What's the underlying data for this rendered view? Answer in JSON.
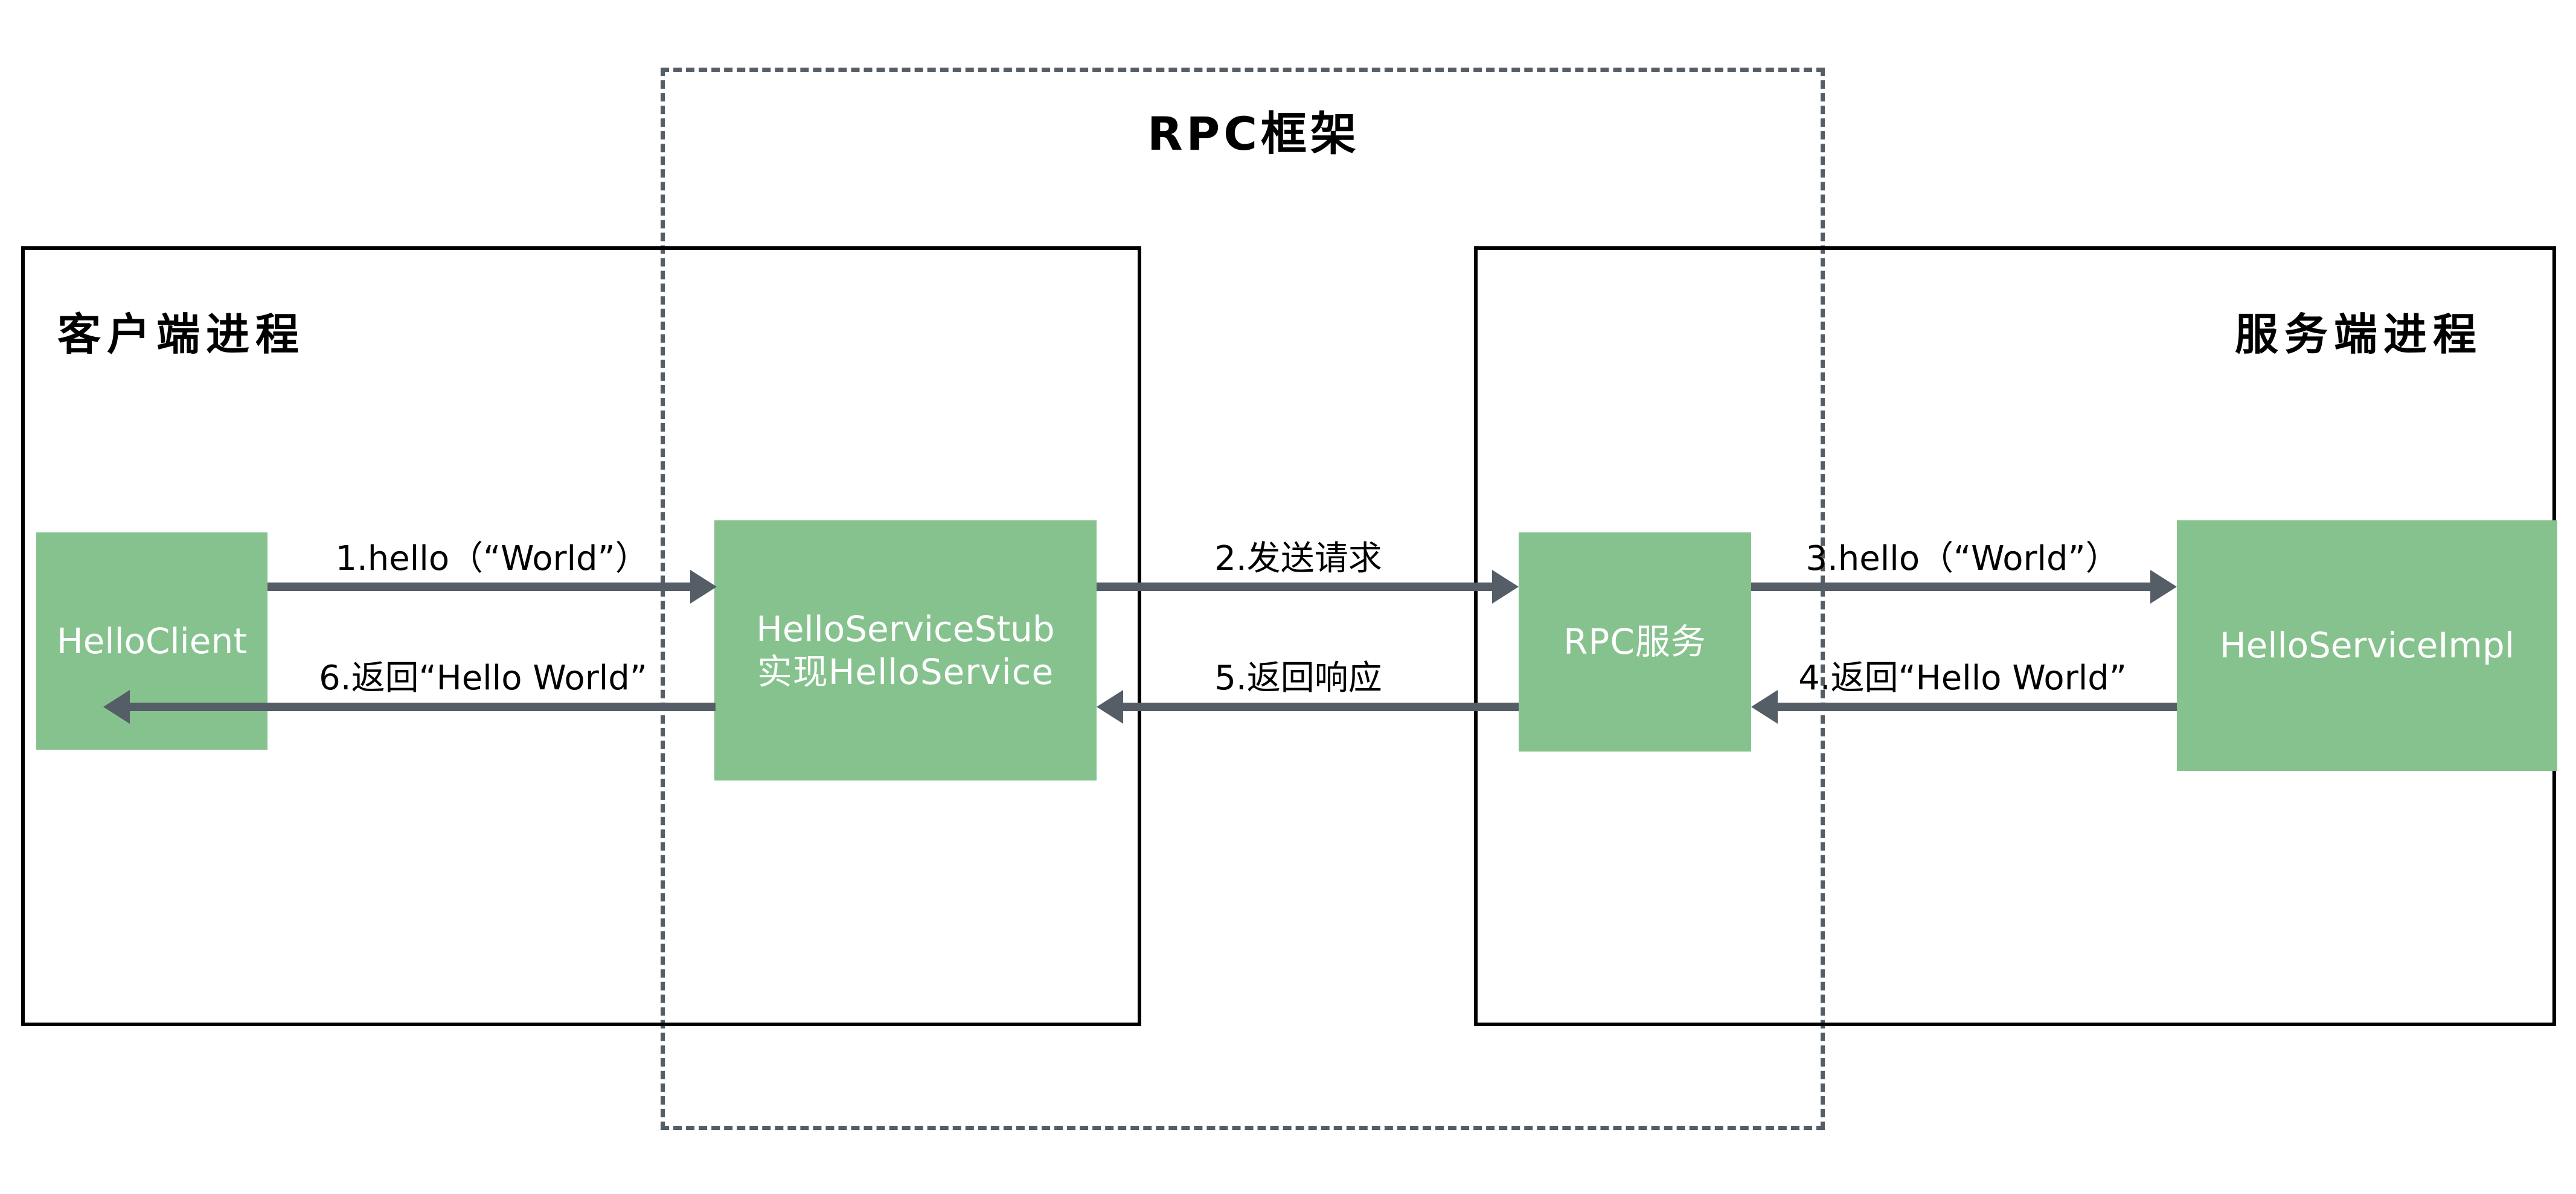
{
  "diagram": {
    "title": "RPC框架",
    "colors": {
      "node_fill": "#86c28e",
      "node_text": "#ffffff",
      "arrow": "#555d66",
      "process_border": "#000000",
      "framework_border": "#555d66",
      "background": "#ffffff"
    },
    "processes": [
      {
        "id": "client-process",
        "label": "客户端进程"
      },
      {
        "id": "server-process",
        "label": "服务端进程"
      }
    ],
    "nodes": [
      {
        "id": "hello-client",
        "lines": [
          "HelloClient"
        ]
      },
      {
        "id": "hello-service-stub",
        "lines": [
          "HelloServiceStub",
          "实现HelloService"
        ]
      },
      {
        "id": "rpc-service",
        "lines": [
          "RPC服务"
        ]
      },
      {
        "id": "hello-service-impl",
        "lines": [
          "HelloServiceImpl"
        ]
      }
    ],
    "flows": [
      {
        "step": 1,
        "label": "1.hello（“World”）",
        "direction": "right",
        "from": "hello-client",
        "to": "hello-service-stub"
      },
      {
        "step": 2,
        "label": "2.发送请求",
        "direction": "right",
        "from": "hello-service-stub",
        "to": "rpc-service"
      },
      {
        "step": 3,
        "label": "3.hello（“World”）",
        "direction": "right",
        "from": "rpc-service",
        "to": "hello-service-impl"
      },
      {
        "step": 4,
        "label": "4.返回“Hello World”",
        "direction": "left",
        "from": "hello-service-impl",
        "to": "rpc-service"
      },
      {
        "step": 5,
        "label": "5.返回响应",
        "direction": "left",
        "from": "rpc-service",
        "to": "hello-service-stub"
      },
      {
        "step": 6,
        "label": "6.返回“Hello World”",
        "direction": "left",
        "from": "hello-service-stub",
        "to": "hello-client"
      }
    ]
  }
}
